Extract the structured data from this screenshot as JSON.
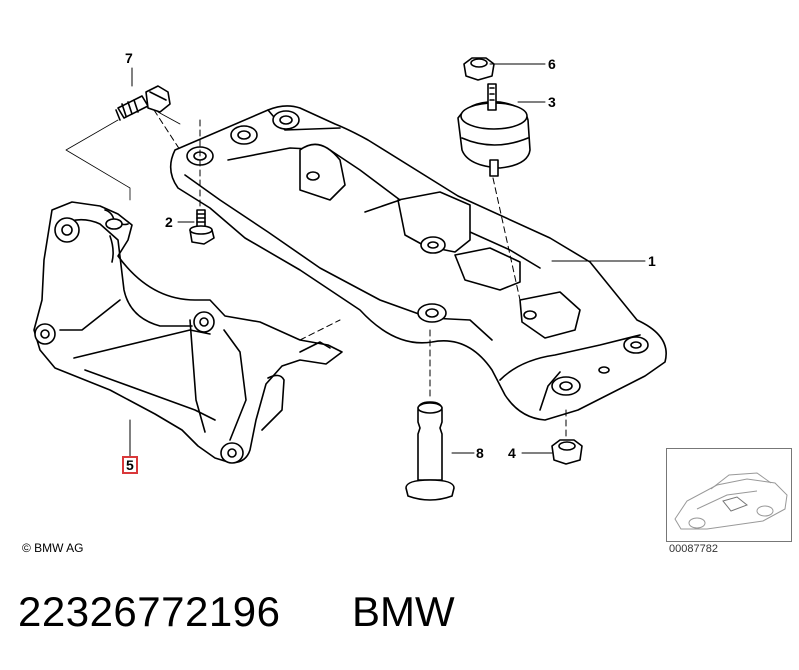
{
  "callouts": {
    "c1": "1",
    "c2": "2",
    "c3": "3",
    "c4": "4",
    "c5": "5",
    "c6": "6",
    "c7": "7",
    "c8": "8"
  },
  "copyright": "© BMW AG",
  "diagram_number": "00087782",
  "part_number": "22326772196",
  "brand": "BMW",
  "colors": {
    "line": "#000000",
    "highlight_box": "#d9383a",
    "background": "#ffffff"
  }
}
